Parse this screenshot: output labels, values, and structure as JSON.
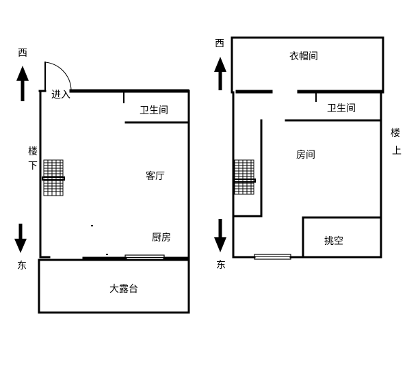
{
  "left_plan": {
    "west": "西",
    "east": "东",
    "entry": "进入",
    "stairs_label_1": "楼",
    "stairs_label_2": "下",
    "bathroom": "卫生间",
    "living_room": "客厅",
    "kitchen": "厨房",
    "terrace": "大露台"
  },
  "right_plan": {
    "west": "西",
    "east": "东",
    "cloakroom": "衣帽间",
    "bathroom": "卫生间",
    "bedroom": "房间",
    "stairs_label_1": "楼",
    "stairs_label_2": "上",
    "void": "挑空"
  },
  "colors": {
    "wall": "#000000",
    "background": "#ffffff"
  }
}
